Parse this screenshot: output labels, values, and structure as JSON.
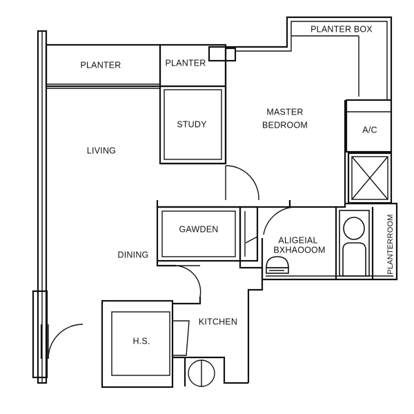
{
  "rooms": {
    "planter_box": "PLANTER BOX",
    "planter_left": "PLANTER",
    "planter_mid": "PLANTER",
    "master_bedroom_line1": "MASTER",
    "master_bedroom_line2": "BEDROOM",
    "ac": "A/C",
    "study": "STUDY",
    "living": "LIVING",
    "garden": "GAWDEN",
    "bathroom_line1": "ALIGEIAL",
    "bathroom_line2": "BXHAOOOM",
    "planter_room": "PLANTERROOM",
    "dining": "DINING",
    "kitchen": "KITCHEN",
    "hs": "H.S."
  },
  "colors": {
    "line": "#111111",
    "background": "#ffffff"
  }
}
